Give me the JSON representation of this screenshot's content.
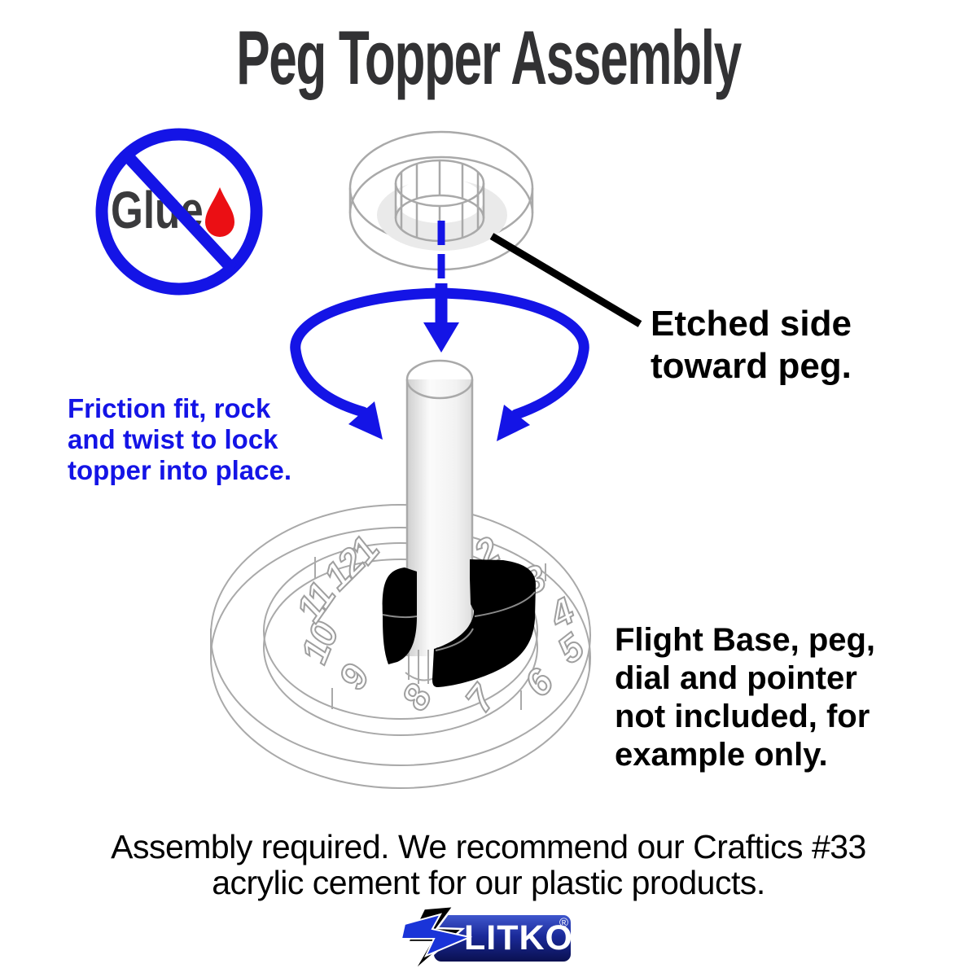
{
  "title": "Peg Topper Assembly",
  "no_glue": {
    "label": "Glue"
  },
  "annotations": {
    "etched": {
      "lines": [
        "Etched side",
        "toward peg."
      ]
    },
    "friction": {
      "lines": [
        "Friction fit, rock",
        "and twist to lock",
        "topper into place."
      ]
    },
    "not_included": {
      "lines": [
        "Flight Base, peg,",
        "dial and pointer",
        "not included, for",
        "example only."
      ]
    }
  },
  "dial": {
    "numbers": [
      "1",
      "2",
      "3",
      "4",
      "5",
      "6",
      "7",
      "8",
      "9",
      "10",
      "11",
      "12"
    ]
  },
  "footer": {
    "lines": [
      "Assembly required. We recommend our Craftics #33",
      "acrylic cement for our plastic products."
    ]
  },
  "logo": {
    "text": "LITKO",
    "registered": "®"
  },
  "colors": {
    "annotation_blue": "#1414e6",
    "warning_red": "#eb0f14",
    "wireframe_gray": "#a9a9a9",
    "title_gray": "#323234",
    "logo_blue_top": "#3f57cd",
    "logo_blue_bottom": "#0a1050"
  }
}
